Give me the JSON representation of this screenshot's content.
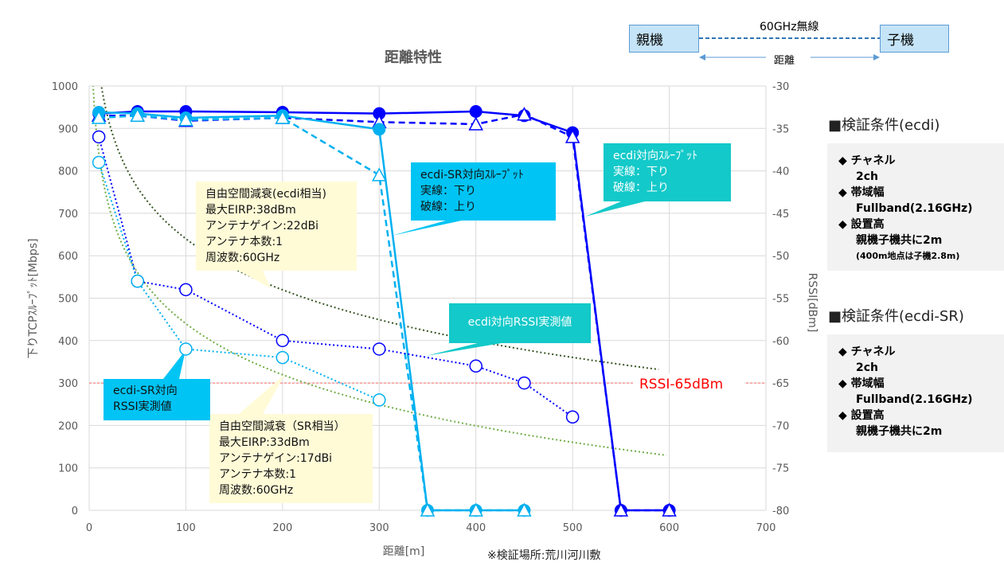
{
  "diagram": {
    "parent": "親機",
    "child": "子機",
    "link": "60GHz無線",
    "distance": "距離"
  },
  "note": "※検証場所:荒川河川敷",
  "callouts": {
    "fs_ecdi": [
      "自由空間減衰(ecdi相当)",
      "最大EIRP:38dBm",
      "アンテナゲイン:22dBi",
      "アンテナ本数:1",
      "周波数:60GHz"
    ],
    "fs_sr": [
      "自由空間減衰（SR相当）",
      "最大EIRP:33dBm",
      "アンテナゲイン:17dBi",
      "アンテナ本数:1",
      "周波数:60GHz"
    ],
    "sr_tp": [
      "ecdi-SR対向ｽﾙｰﾌﾟｯﾄ",
      "実線：下り",
      "破線：上り"
    ],
    "ecdi_tp": [
      "ecdi対向ｽﾙｰﾌﾟｯﾄ",
      "実線：下り",
      "破線：上り"
    ],
    "ecdi_rssi": [
      "ecdi対向RSSI実測値"
    ],
    "sr_rssi": [
      "ecdi-SR対向",
      "RSSI実測値"
    ]
  },
  "conditions": [
    {
      "title": "■検証条件(ecdi)",
      "items": [
        {
          "k": "◆ チャネル",
          "v": "2ch"
        },
        {
          "k": "◆ 帯域幅",
          "v": "Fullband(2.16GHz)"
        },
        {
          "k": "◆ 設置高",
          "v": "親機子機共に2m",
          "s": "(400m地点は子機2.8m)"
        }
      ]
    },
    {
      "title": "■検証条件(ecdi-SR)",
      "items": [
        {
          "k": "◆ チャネル",
          "v": "2ch"
        },
        {
          "k": "◆ 帯域幅",
          "v": "Fullband(2.16GHz)"
        },
        {
          "k": "◆ 設置高",
          "v": "親機子機共に2m"
        }
      ]
    }
  ],
  "chart_data": {
    "type": "line",
    "title": "距離特性",
    "xlabel": "距離[m]",
    "ylabel": "下りTCPｽﾙｰﾌﾟｯﾄ[Mbps]",
    "y2label": "RSSI[dBm]",
    "xlim": [
      0,
      700
    ],
    "ylim": [
      0,
      1000
    ],
    "y2lim": [
      -80,
      -30
    ],
    "xticks": [
      "0",
      "100",
      "200",
      "300",
      "400",
      "500",
      "600",
      "700"
    ],
    "yticks": [
      "0",
      "100",
      "200",
      "300",
      "400",
      "500",
      "600",
      "700",
      "800",
      "900",
      "1000"
    ],
    "y2ticks": [
      "-80",
      "-75",
      "-70",
      "-65",
      "-60",
      "-55",
      "-50",
      "-45",
      "-40",
      "-35",
      "-30"
    ],
    "grid": true,
    "threshold": {
      "label": "RSSI-65dBm",
      "rssi": -65,
      "color": "#ff0000"
    },
    "series": [
      {
        "name": "ecdi下り",
        "axis": "y",
        "color": "#0000ff",
        "style": "solid",
        "marker": "dot",
        "x": [
          10,
          50,
          100,
          200,
          300,
          400,
          450,
          500,
          550,
          600
        ],
        "y": [
          935,
          940,
          940,
          938,
          935,
          940,
          930,
          890,
          0,
          0
        ]
      },
      {
        "name": "ecdi上り",
        "axis": "y",
        "color": "#0000ff",
        "style": "dash",
        "marker": "tri",
        "x": [
          10,
          50,
          100,
          200,
          300,
          400,
          450,
          500,
          550,
          600
        ],
        "y": [
          930,
          930,
          918,
          925,
          915,
          910,
          933,
          880,
          0,
          0
        ]
      },
      {
        "name": "ecdi-SR下り",
        "axis": "y",
        "color": "#00b0f0",
        "style": "solid",
        "marker": "dot",
        "x": [
          10,
          50,
          100,
          200,
          300,
          350,
          400,
          450
        ],
        "y": [
          938,
          935,
          925,
          930,
          898,
          0,
          0,
          0
        ]
      },
      {
        "name": "ecdi-SR上り",
        "axis": "y",
        "color": "#00b0f0",
        "style": "dash",
        "marker": "tri",
        "x": [
          10,
          50,
          100,
          200,
          300,
          350,
          400,
          450
        ],
        "y": [
          925,
          930,
          920,
          925,
          790,
          0,
          0,
          0
        ]
      },
      {
        "name": "ecdi RSSI",
        "axis": "y2",
        "color": "#0000ff",
        "style": "dot",
        "marker": "ring",
        "x": [
          10,
          50,
          100,
          200,
          300,
          400,
          450,
          500
        ],
        "y": [
          -36,
          -53,
          -54,
          -60,
          -61,
          -63,
          -65,
          -69
        ]
      },
      {
        "name": "ecdi-SR RSSI",
        "axis": "y2",
        "color": "#00b0f0",
        "style": "dot",
        "marker": "ring",
        "x": [
          10,
          50,
          100,
          200,
          300
        ],
        "y": [
          -39,
          -53,
          -61,
          -62,
          -67
        ]
      }
    ],
    "free_space": [
      {
        "name": "自由空間減衰(ecdi相当)",
        "color": "#375623",
        "rssi_at_1m": -8,
        "xmax": 590
      },
      {
        "name": "自由空間減衰(SR相当)",
        "color": "#70ad47",
        "rssi_at_1m": -18,
        "xmax": 598
      }
    ]
  }
}
